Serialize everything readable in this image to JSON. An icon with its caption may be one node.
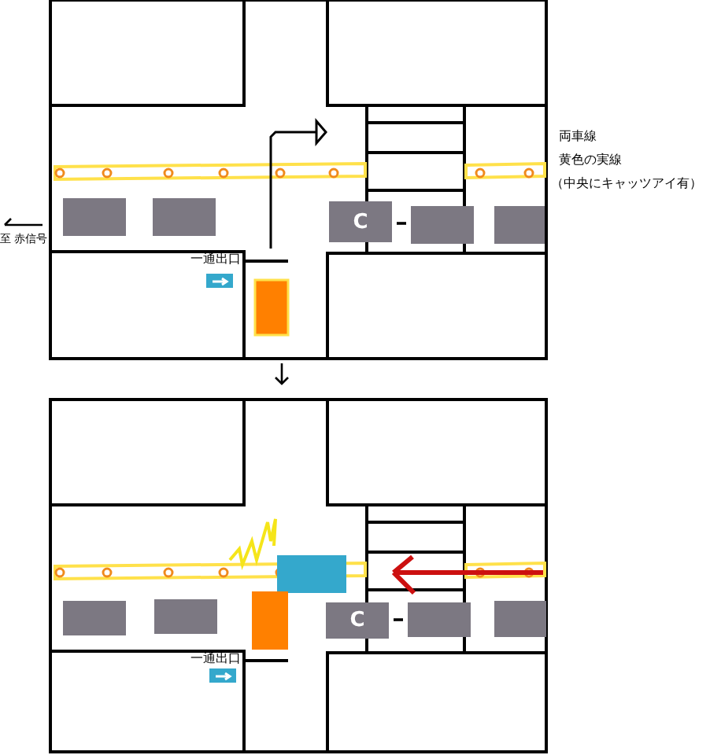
{
  "diagram": {
    "nodes": [
      {
        "text": [],
        "shape": "box"
      },
      {
        "text": [],
        "shape": "box"
      },
      {
        "text": [
          "C"
        ]
      },
      {
        "text": [],
        "shape": "box"
      },
      {
        "text": [],
        "shape": "box"
      },
      {
        "text": [],
        "shape": "box"
      },
      {
        "text": [],
        "shape": "box"
      },
      {
        "text": [
          "C"
        ]
      },
      {
        "text": [],
        "shape": "box"
      },
      {
        "text": [],
        "shape": "box"
      }
    ],
    "edges": [
      {
        "from": 2,
        "to": 3,
        "arrow": "none"
      },
      {
        "from": 7,
        "to": 8,
        "arrow": "none"
      }
    ],
    "labels": [
      "両車線",
      "黄色の実線",
      "（中央にキャッツアイ有）",
      "至 赤信号",
      "一通出口",
      "一通出口"
    ]
  }
}
